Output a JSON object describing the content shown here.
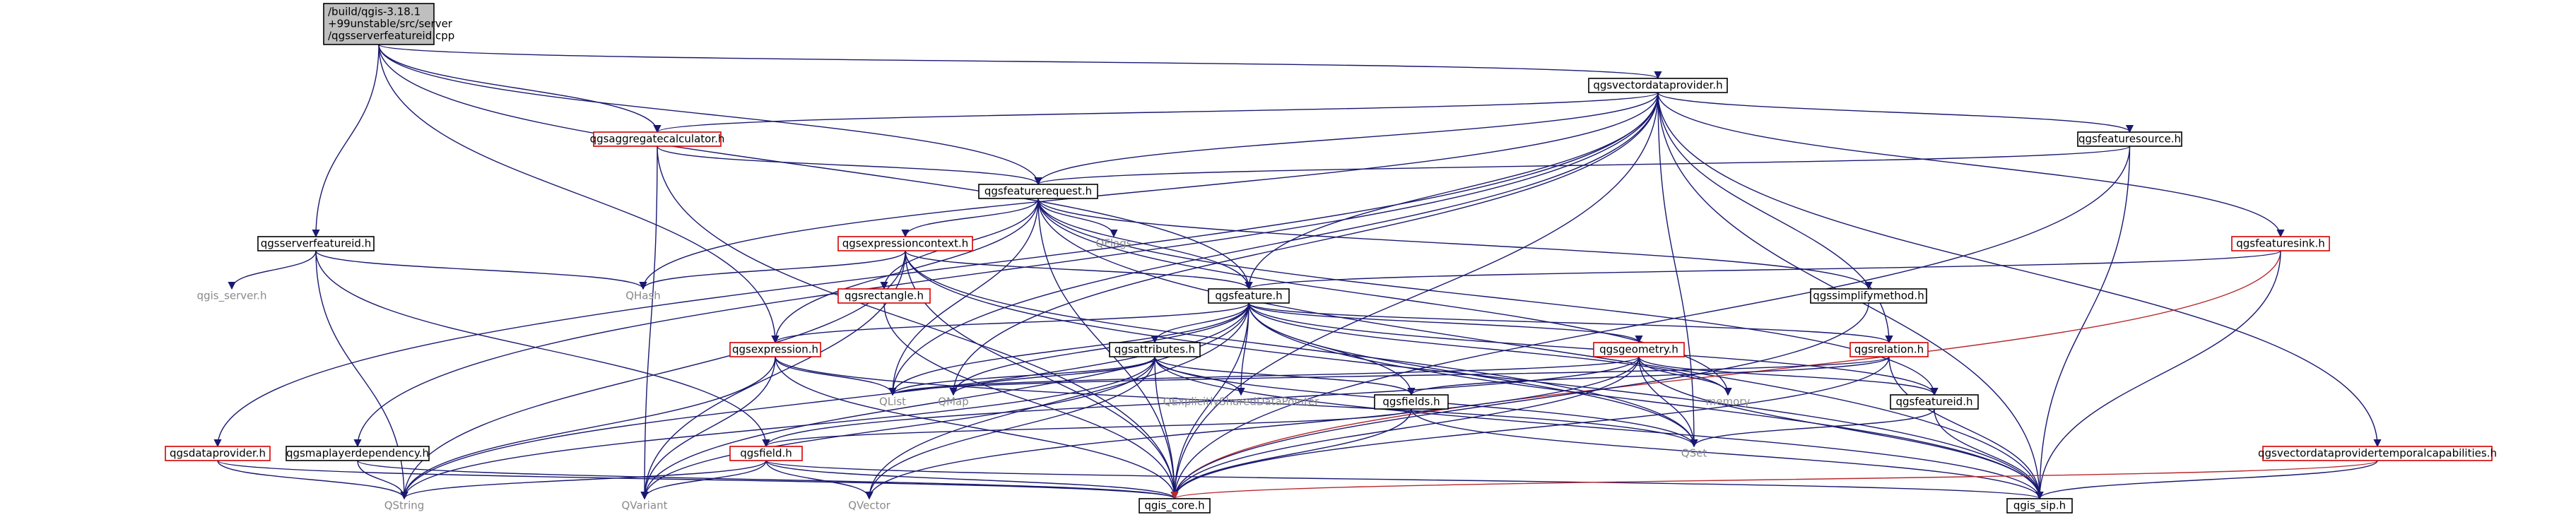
{
  "graph": {
    "nodes": [
      {
        "id": "root",
        "lines": [
          "/build/qgis-3.18.1",
          "+99unstable/src/server",
          "/qgsserverfeatureid.cpp"
        ],
        "style": "root"
      },
      {
        "id": "qgsvectordataprovider",
        "lines": [
          "qgsvectordataprovider.h"
        ],
        "style": "black"
      },
      {
        "id": "qgsaggregatecalculator",
        "lines": [
          "qgsaggregatecalculator.h"
        ],
        "style": "red"
      },
      {
        "id": "qgsfeaturesource",
        "lines": [
          "qgsfeaturesource.h"
        ],
        "style": "black"
      },
      {
        "id": "qgsfeaturerequest",
        "lines": [
          "qgsfeaturerequest.h"
        ],
        "style": "black"
      },
      {
        "id": "qgsserverfeatureid",
        "lines": [
          "qgsserverfeatureid.h"
        ],
        "style": "black"
      },
      {
        "id": "qgsexpressioncontext",
        "lines": [
          "qgsexpressioncontext.h"
        ],
        "style": "red"
      },
      {
        "id": "qflags",
        "lines": [
          "QFlags"
        ],
        "style": "gray"
      },
      {
        "id": "qgsfeaturesink",
        "lines": [
          "qgsfeaturesink.h"
        ],
        "style": "red"
      },
      {
        "id": "qgis_server",
        "lines": [
          "qgis_server.h"
        ],
        "style": "gray"
      },
      {
        "id": "qhash",
        "lines": [
          "QHash"
        ],
        "style": "gray"
      },
      {
        "id": "qgsfeature",
        "lines": [
          "qgsfeature.h"
        ],
        "style": "black"
      },
      {
        "id": "qgsrectangle",
        "lines": [
          "qgsrectangle.h"
        ],
        "style": "red"
      },
      {
        "id": "qgssimplifymethod",
        "lines": [
          "qgssimplifymethod.h"
        ],
        "style": "black"
      },
      {
        "id": "qgsexpression",
        "lines": [
          "qgsexpression.h"
        ],
        "style": "red"
      },
      {
        "id": "qgsattributes",
        "lines": [
          "qgsattributes.h"
        ],
        "style": "black"
      },
      {
        "id": "qgsgeometry",
        "lines": [
          "qgsgeometry.h"
        ],
        "style": "red"
      },
      {
        "id": "qgsrelation",
        "lines": [
          "qgsrelation.h"
        ],
        "style": "red"
      },
      {
        "id": "qlist",
        "lines": [
          "QList"
        ],
        "style": "gray"
      },
      {
        "id": "qmap",
        "lines": [
          "QMap"
        ],
        "style": "gray"
      },
      {
        "id": "qexplicitly",
        "lines": [
          "QExplicitlySharedDataPointer"
        ],
        "style": "gray"
      },
      {
        "id": "qgsfields",
        "lines": [
          "qgsfields.h"
        ],
        "style": "black"
      },
      {
        "id": "memory",
        "lines": [
          "memory"
        ],
        "style": "gray"
      },
      {
        "id": "qgsfeatureid",
        "lines": [
          "qgsfeatureid.h"
        ],
        "style": "black"
      },
      {
        "id": "qgsdataprovider",
        "lines": [
          "qgsdataprovider.h"
        ],
        "style": "red"
      },
      {
        "id": "qgsmaplayerdependency",
        "lines": [
          "qgsmaplayerdependency.h"
        ],
        "style": "black"
      },
      {
        "id": "qgsfield",
        "lines": [
          "qgsfield.h"
        ],
        "style": "red"
      },
      {
        "id": "qset",
        "lines": [
          "QSet"
        ],
        "style": "gray"
      },
      {
        "id": "qgsvectordataprovidertemporal",
        "lines": [
          "qgsvectordataprovidertemporalcapabilities.h"
        ],
        "style": "red"
      },
      {
        "id": "qstring",
        "lines": [
          "QString"
        ],
        "style": "gray"
      },
      {
        "id": "qvariant",
        "lines": [
          "QVariant"
        ],
        "style": "gray"
      },
      {
        "id": "qvector",
        "lines": [
          "QVector"
        ],
        "style": "gray"
      },
      {
        "id": "qgis_core",
        "lines": [
          "qgis_core.h"
        ],
        "style": "black"
      },
      {
        "id": "qgis_sip",
        "lines": [
          "qgis_sip.h"
        ],
        "style": "black"
      }
    ],
    "edges": [
      [
        "root",
        "qgsvectordataprovider"
      ],
      [
        "root",
        "qgsserverfeatureid"
      ],
      [
        "root",
        "qgsfeaturerequest"
      ],
      [
        "root",
        "qgsfeature"
      ],
      [
        "root",
        "qgsexpression"
      ],
      [
        "root",
        "qgsaggregatecalculator"
      ],
      [
        "qgsvectordataprovider",
        "qgsaggregatecalculator"
      ],
      [
        "qgsvectordataprovider",
        "qgsfeaturesource"
      ],
      [
        "qgsvectordataprovider",
        "qgsfeaturerequest"
      ],
      [
        "qgsvectordataprovider",
        "qgsfeaturesink"
      ],
      [
        "qgsvectordataprovider",
        "qgsfeature"
      ],
      [
        "qgsvectordataprovider",
        "qgsrelation"
      ],
      [
        "qgsvectordataprovider",
        "qgsdataprovider"
      ],
      [
        "qgsvectordataprovider",
        "qgsmaplayerdependency"
      ],
      [
        "qgsvectordataprovider",
        "qgsvectordataprovidertemporal"
      ],
      [
        "qgsvectordataprovider",
        "qgis_core"
      ],
      [
        "qgsvectordataprovider",
        "qgis_sip"
      ],
      [
        "qgsvectordataprovider",
        "qset"
      ],
      [
        "qgsvectordataprovider",
        "qlist"
      ],
      [
        "qgsvectordataprovider",
        "qhash"
      ],
      [
        "qgsvectordataprovider",
        "qmap"
      ],
      [
        "qgsaggregatecalculator",
        "qgsfeaturerequest"
      ],
      [
        "qgsaggregatecalculator",
        "qgis_core"
      ],
      [
        "qgsaggregatecalculator",
        "qvariant"
      ],
      [
        "qgsfeaturesource",
        "qgsfeaturerequest"
      ],
      [
        "qgsfeaturesource",
        "qgis_core"
      ],
      [
        "qgsfeaturesource",
        "qgis_sip"
      ],
      [
        "qgsfeaturerequest",
        "qgsexpressioncontext"
      ],
      [
        "qgsfeaturerequest",
        "qflags"
      ],
      [
        "qgsfeaturerequest",
        "qgsrectangle"
      ],
      [
        "qgsfeaturerequest",
        "qgssimplifymethod"
      ],
      [
        "qgsfeaturerequest",
        "qgsexpression"
      ],
      [
        "qgsfeaturerequest",
        "qgsfeature"
      ],
      [
        "qgsfeaturerequest",
        "qgsfeatureid"
      ],
      [
        "qgsfeaturerequest",
        "qgis_core"
      ],
      [
        "qgsfeaturerequest",
        "qgis_sip"
      ],
      [
        "qgsfeaturerequest",
        "qlist"
      ],
      [
        "qgsfeaturerequest",
        "memory"
      ],
      [
        "qgsserverfeatureid",
        "qgis_server"
      ],
      [
        "qgsserverfeatureid",
        "qhash"
      ],
      [
        "qgsserverfeatureid",
        "qstring"
      ],
      [
        "qgsserverfeatureid",
        "qgsfield"
      ],
      [
        "qgsexpressioncontext",
        "qhash"
      ],
      [
        "qgsexpressioncontext",
        "qstring"
      ],
      [
        "qgsexpressioncontext",
        "qvariant"
      ],
      [
        "qgsexpressioncontext",
        "qgsfeature"
      ],
      [
        "qgsexpressioncontext",
        "qset"
      ],
      [
        "qgsexpressioncontext",
        "qgis_core"
      ],
      [
        "qgsexpressioncontext",
        "qgis_sip"
      ],
      [
        "qgsfeaturesink",
        "qgsfeature"
      ],
      [
        "qgsfeaturesink",
        "qgis_core"
      ],
      [
        "qgsfeaturesink",
        "qgis_sip"
      ],
      [
        "qgsrectangle",
        "qgis_core"
      ],
      [
        "qgssimplifymethod",
        "qgis_core"
      ],
      [
        "qgsfeature",
        "qgsexpression"
      ],
      [
        "qgsfeature",
        "qgsattributes"
      ],
      [
        "qgsfeature",
        "qgsgeometry"
      ],
      [
        "qgsfeature",
        "qgsrelation"
      ],
      [
        "qgsfeature",
        "qgsfields"
      ],
      [
        "qgsfeature",
        "qgsfeatureid"
      ],
      [
        "qgsfeature",
        "qlist"
      ],
      [
        "qgsfeature",
        "qmap"
      ],
      [
        "qgsfeature",
        "qexplicitly"
      ],
      [
        "qgsfeature",
        "memory"
      ],
      [
        "qgsfeature",
        "qset"
      ],
      [
        "qgsfeature",
        "qstring"
      ],
      [
        "qgsfeature",
        "qvariant"
      ],
      [
        "qgsfeature",
        "qvector"
      ],
      [
        "qgsfeature",
        "qgis_core"
      ],
      [
        "qgsfeature",
        "qgis_sip"
      ],
      [
        "qgsexpression",
        "qlist"
      ],
      [
        "qgsexpression",
        "qset"
      ],
      [
        "qgsexpression",
        "qstring"
      ],
      [
        "qgsexpression",
        "qvariant"
      ],
      [
        "qgsexpression",
        "qgis_core"
      ],
      [
        "qgsattributes",
        "qlist"
      ],
      [
        "qgsattributes",
        "qmap"
      ],
      [
        "qgsattributes",
        "qexplicitly"
      ],
      [
        "qgsattributes",
        "qgsfields"
      ],
      [
        "qgsattributes",
        "qstring"
      ],
      [
        "qgsattributes",
        "qvariant"
      ],
      [
        "qgsattributes",
        "qvector"
      ],
      [
        "qgsattributes",
        "qgis_core"
      ],
      [
        "qgsattributes",
        "qgis_sip"
      ],
      [
        "qgsattributes",
        "qset"
      ],
      [
        "qgsgeometry",
        "qset"
      ],
      [
        "qgsgeometry",
        "memory"
      ],
      [
        "qgsgeometry",
        "qgsfeatureid"
      ],
      [
        "qgsgeometry",
        "qvector"
      ],
      [
        "qgsgeometry",
        "qgis_core"
      ],
      [
        "qgsgeometry",
        "qgis_sip"
      ],
      [
        "qgsgeometry",
        "qlist"
      ],
      [
        "qgsgeometry",
        "qgsfield"
      ],
      [
        "qgsrelation",
        "qlist"
      ],
      [
        "qgsrelation",
        "qgsfields"
      ],
      [
        "qgsrelation",
        "qgis_core"
      ],
      [
        "qgsrelation",
        "qgis_sip"
      ],
      [
        "qgsfields",
        "qgsfield"
      ],
      [
        "qgsfields",
        "qgis_core"
      ],
      [
        "qgsfields",
        "qgis_sip"
      ],
      [
        "qgsfeatureid",
        "qset"
      ],
      [
        "qgsfeatureid",
        "qgis_sip"
      ],
      [
        "qgsdataprovider",
        "qstring"
      ],
      [
        "qgsdataprovider",
        "qgis_core"
      ],
      [
        "qgsmaplayerdependency",
        "qstring"
      ],
      [
        "qgsmaplayerdependency",
        "qgis_core"
      ],
      [
        "qgsfield",
        "qstring"
      ],
      [
        "qgsfield",
        "qvariant"
      ],
      [
        "qgsfield",
        "qvector"
      ],
      [
        "qgsfield",
        "qgis_core"
      ],
      [
        "qgsfield",
        "qgis_sip"
      ],
      [
        "qgsvectordataprovidertemporal",
        "qgis_core"
      ],
      [
        "qgsvectordataprovidertemporal",
        "qgis_sip"
      ]
    ]
  },
  "colors": {
    "edge": "#191970",
    "edge_red": "#b5292e",
    "red_border": "#d40000",
    "root_fill": "#bfbfbf",
    "gray_text": "#8a8a8a",
    "black_border": "#000000"
  }
}
